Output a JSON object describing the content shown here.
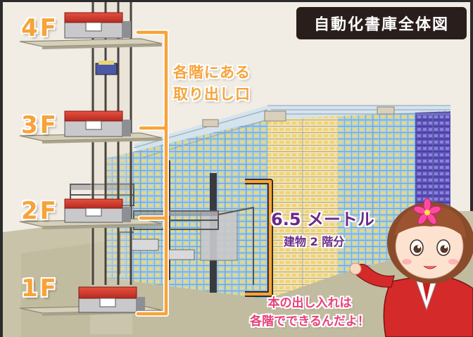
{
  "title": "自動化書庫全体図",
  "floors": [
    "4F",
    "3F",
    "2F",
    "1F"
  ],
  "pickup_callout": [
    "各階にある",
    "取り出し口"
  ],
  "height_callout": {
    "main": "6.5 メートル",
    "sub": "建物 2 階分"
  },
  "speech": [
    "本の出し入れは",
    "各階でできるんだよ！"
  ],
  "colors": {
    "accent_orange": "#f7a33a",
    "title_bg": "#2a1e1c",
    "shelf_blue": "#9cc7e6",
    "shelf_purple": "#5a4fb3",
    "station_red": "#d23a2e",
    "speech_pink": "#e8407a",
    "height_purple": "#6b2a8a"
  },
  "icons": [
    "bracket-icon",
    "flower-icon",
    "mascot-icon"
  ]
}
